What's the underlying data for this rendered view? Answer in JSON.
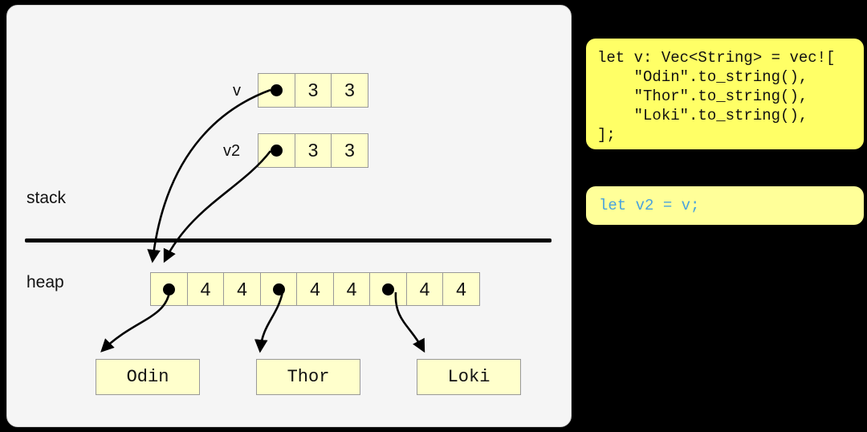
{
  "diagram": {
    "labels": {
      "stack": "stack",
      "heap": "heap"
    },
    "stack_rows": [
      {
        "name": "v",
        "label": "v",
        "cells": [
          {
            "kind": "pointer",
            "text": ""
          },
          {
            "kind": "value",
            "text": "3"
          },
          {
            "kind": "value",
            "text": "3"
          }
        ]
      },
      {
        "name": "v2",
        "label": "v2",
        "cells": [
          {
            "kind": "pointer",
            "text": ""
          },
          {
            "kind": "value",
            "text": "3"
          },
          {
            "kind": "value",
            "text": "3"
          }
        ]
      }
    ],
    "heap_row": {
      "cells": [
        {
          "kind": "pointer",
          "text": ""
        },
        {
          "kind": "value",
          "text": "4"
        },
        {
          "kind": "value",
          "text": "4"
        },
        {
          "kind": "pointer",
          "text": ""
        },
        {
          "kind": "value",
          "text": "4"
        },
        {
          "kind": "value",
          "text": "4"
        },
        {
          "kind": "pointer",
          "text": ""
        },
        {
          "kind": "value",
          "text": "4"
        },
        {
          "kind": "value",
          "text": "4"
        }
      ]
    },
    "string_boxes": [
      {
        "text": "Odin"
      },
      {
        "text": "Thor"
      },
      {
        "text": "Loki"
      }
    ],
    "arrows": [
      {
        "from": "stack-v-pointer",
        "to": "heap-cell-0"
      },
      {
        "from": "stack-v2-pointer",
        "to": "heap-cell-0"
      },
      {
        "from": "heap-cell-0-pointer",
        "to": "string-box-odin"
      },
      {
        "from": "heap-cell-3-pointer",
        "to": "string-box-thor"
      },
      {
        "from": "heap-cell-6-pointer",
        "to": "string-box-loki"
      }
    ]
  },
  "code": {
    "main": "let v: Vec<String> = vec![\n    \"Odin\".to_string(),\n    \"Thor\".to_string(),\n    \"Loki\".to_string(),\n];",
    "secondary": "let v2 = v;"
  },
  "colors": {
    "page_background": "#000000",
    "panel_background": "#f5f5f5",
    "cell_fill": "#ffffcc",
    "cell_border": "#999999",
    "code_main_background": "#ffff66",
    "code_secondary_background": "#ffff99",
    "code_secondary_text": "#4aa3dd",
    "ink": "#000000"
  }
}
